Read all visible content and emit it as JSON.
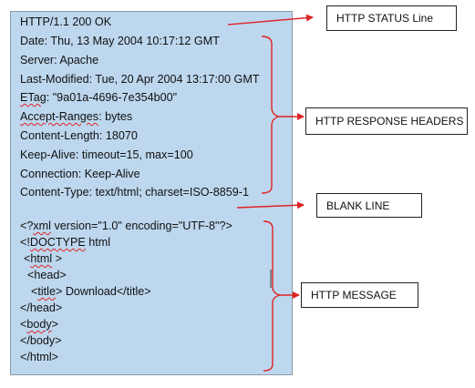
{
  "panel": {
    "status": "HTTP/1.1 200 OK",
    "date": "Date: Thu, 13 May 2004 10:17:12 GMT",
    "server": "Server: Apache",
    "last_modified": "Last-Modified: Tue, 20 Apr 2004 13:17:00 GMT",
    "etag_key": "ETag",
    "etag_val": ": \"9a01a-4696-7e354b00\"",
    "accept_key": "Accept-Ranges",
    "accept_val": ": bytes",
    "content_length": "Content-Length: 18070",
    "keep_alive": "Keep-Alive: timeout=15, max=100",
    "connection": "Connection: Keep-Alive",
    "content_type": "Content-Type: text/html; charset=ISO-8859-1",
    "xml_pre": "<?",
    "xml_kw": "xml",
    "xml_post": " version=\"1.0\" encoding=\"UTF-8\"?>",
    "doctype_pre": "<!",
    "doctype_kw": "DOCTYPE",
    "doctype_post": " html",
    "html_pre": "<",
    "html_kw": "html",
    "html_post": " >",
    "head_open": "<head>",
    "title_pre": "<",
    "title_kw": "title",
    "title_post": "> Download</title>",
    "head_close": "</head>",
    "body_pre": "<",
    "body_kw": "body",
    "body_post": ">",
    "body_close": "</body>",
    "html_close": "</html>"
  },
  "labels": {
    "status_line": "HTTP STATUS Line",
    "response_headers": "HTTP RESPONSE HEADERS",
    "blank_line": "BLANK LINE",
    "message": "HTTP MESSAGE"
  },
  "colors": {
    "panel_bg": "#bdd7ee",
    "annotation_red": "#e02424"
  }
}
